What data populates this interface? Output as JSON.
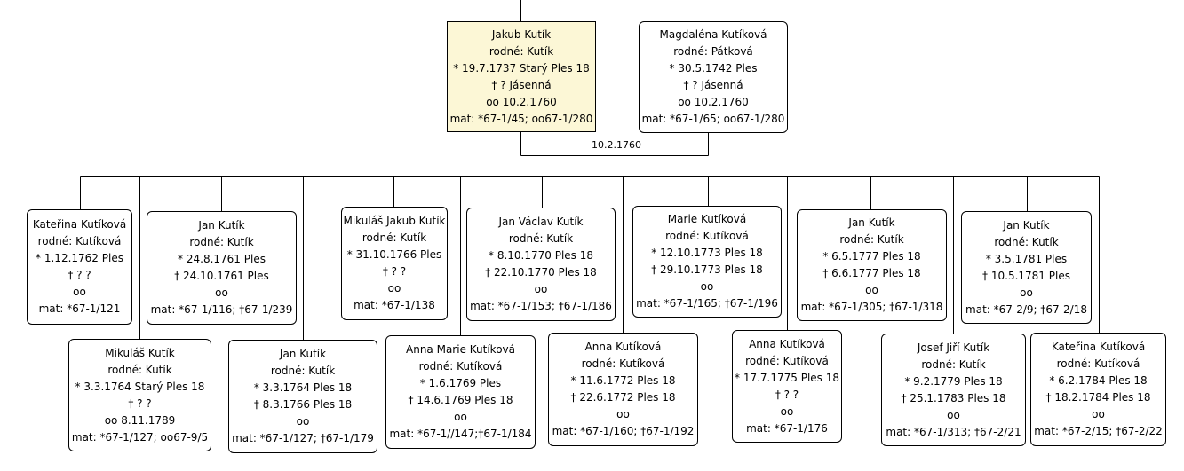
{
  "colors": {
    "highlight": "#fcf7d6",
    "line": "#000000",
    "box_bg": "#ffffff"
  },
  "marriage_label": "10.2.1760",
  "parents": [
    {
      "id": "jakub",
      "lines": [
        "Jakub Kutík",
        "rodné: Kutík",
        "* 19.7.1737 Starý Ples 18",
        "† ? Jásenná",
        "oo 10.2.1760",
        "mat: *67-1/45; oo67-1/280"
      ]
    },
    {
      "id": "magdalena",
      "lines": [
        "Magdaléna Kutíková",
        "rodné: Pátková",
        "* 30.5.1742 Ples",
        "† ? Jásenná",
        "oo 10.2.1760",
        "mat: *67-1/65; oo67-1/280"
      ]
    }
  ],
  "children": [
    {
      "id": "katerina-1762",
      "lines": [
        "Kateřina Kutíková",
        "rodné: Kutíková",
        "* 1.12.1762 Ples",
        "† ? ?",
        "oo",
        "mat: *67-1/121"
      ]
    },
    {
      "id": "mikulas-1764",
      "lines": [
        "Mikuláš Kutík",
        "rodné: Kutík",
        "* 3.3.1764 Starý Ples 18",
        "† ? ?",
        "oo 8.11.1789",
        "mat: *67-1/127; oo67-9/5"
      ]
    },
    {
      "id": "jan-1761",
      "lines": [
        "Jan Kutík",
        "rodné: Kutík",
        "* 24.8.1761 Ples",
        "† 24.10.1761 Ples",
        "oo",
        "mat: *67-1/116; †67-1/239"
      ]
    },
    {
      "id": "jan-1764",
      "lines": [
        "Jan Kutík",
        "rodné: Kutík",
        "* 3.3.1764 Ples 18",
        "† 8.3.1766 Ples 18",
        "oo",
        "mat: *67-1/127; †67-1/179"
      ]
    },
    {
      "id": "mikulas-jakub-1766",
      "lines": [
        "Mikuláš Jakub Kutík",
        "rodné: Kutík",
        "* 31.10.1766 Ples",
        "† ? ?",
        "oo",
        "mat: *67-1/138"
      ]
    },
    {
      "id": "anna-marie-1769",
      "lines": [
        "Anna Marie Kutíková",
        "rodné: Kutíková",
        "* 1.6.1769 Ples",
        "† 14.6.1769 Ples 18",
        "oo",
        "mat: *67-1//147;†67-1/184"
      ]
    },
    {
      "id": "jan-vaclav-1770",
      "lines": [
        "Jan Václav Kutík",
        "rodné: Kutík",
        "* 8.10.1770 Ples 18",
        "† 22.10.1770 Ples 18",
        "oo",
        "mat: *67-1/153; †67-1/186"
      ]
    },
    {
      "id": "anna-1772",
      "lines": [
        "Anna Kutíková",
        "rodné: Kutíková",
        "* 11.6.1772 Ples 18",
        "† 22.6.1772 Ples 18",
        "oo",
        "mat: *67-1/160; †67-1/192"
      ]
    },
    {
      "id": "marie-1773",
      "lines": [
        "Marie Kutíková",
        "rodné: Kutíková",
        "* 12.10.1773 Ples 18",
        "† 29.10.1773 Ples 18",
        "oo",
        "mat: *67-1/165; †67-1/196"
      ]
    },
    {
      "id": "anna-1775",
      "lines": [
        "Anna Kutíková",
        "rodné: Kutíková",
        "* 17.7.1775 Ples 18",
        "† ? ?",
        "oo",
        "mat: *67-1/176"
      ]
    },
    {
      "id": "jan-1777",
      "lines": [
        "Jan Kutík",
        "rodné: Kutík",
        "* 6.5.1777 Ples 18",
        "† 6.6.1777 Ples 18",
        "oo",
        "mat: *67-1/305; †67-1/318"
      ]
    },
    {
      "id": "josef-jiri-1779",
      "lines": [
        "Josef Jiří Kutík",
        "rodné: Kutík",
        "* 9.2.1779 Ples 18",
        "† 25.1.1783 Ples 18",
        "oo",
        "mat: *67-1/313; †67-2/21"
      ]
    },
    {
      "id": "jan-1781",
      "lines": [
        "Jan Kutík",
        "rodné: Kutík",
        "* 3.5.1781 Ples",
        "† 10.5.1781 Ples",
        "oo",
        "mat: *67-2/9; †67-2/18"
      ]
    },
    {
      "id": "katerina-1784",
      "lines": [
        "Kateřina Kutíková",
        "rodné: Kutíková",
        "* 6.2.1784 Ples 18",
        "† 18.2.1784 Ples 18",
        "oo",
        "mat: *67-2/15; †67-2/22"
      ]
    }
  ]
}
